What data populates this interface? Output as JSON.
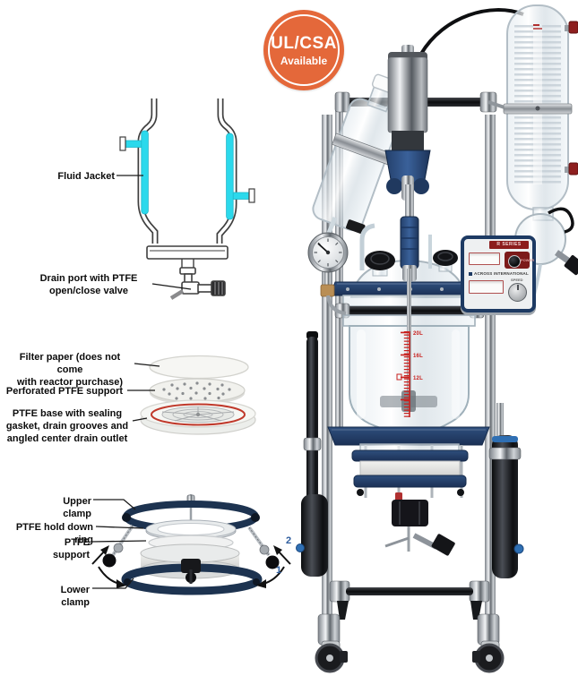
{
  "badge": {
    "title": "UL/CSA",
    "subtitle": "Available",
    "color": "#E4683A"
  },
  "diagrams": {
    "jacket": {
      "fluid_jacket_label": "Fluid Jacket",
      "drain_port_label": "Drain port with PTFE\nopen/close valve",
      "jacket_color": "#2BD9EC"
    },
    "filter_stack": {
      "filter_paper_label": "Filter paper (does not come\nwith reactor purchase)",
      "perforated_support_label": "Perforated PTFE support",
      "base_label": "PTFE base with sealing\ngasket, drain grooves and\nangled center drain outlet",
      "seal_ring_color": "#C0392B"
    },
    "clamp_stack": {
      "upper_clamp_label": "Upper clamp",
      "hold_down_ring_label": "PTFE hold down ring",
      "ptfe_support_label": "PTFE support",
      "lower_clamp_label": "Lower clamp",
      "step_1": "1",
      "step_2": "2",
      "step_color": "#2E5D9E"
    }
  },
  "reactor": {
    "control_panel": {
      "series_label": "R SERIES",
      "brand_label": "ACROSS INTERNATIONAL",
      "power_label": "POWER",
      "speed_label": "SPEED"
    },
    "vessel_graduations": [
      "20L",
      "16L",
      "12L"
    ],
    "graduation_color": "#C8201E"
  }
}
